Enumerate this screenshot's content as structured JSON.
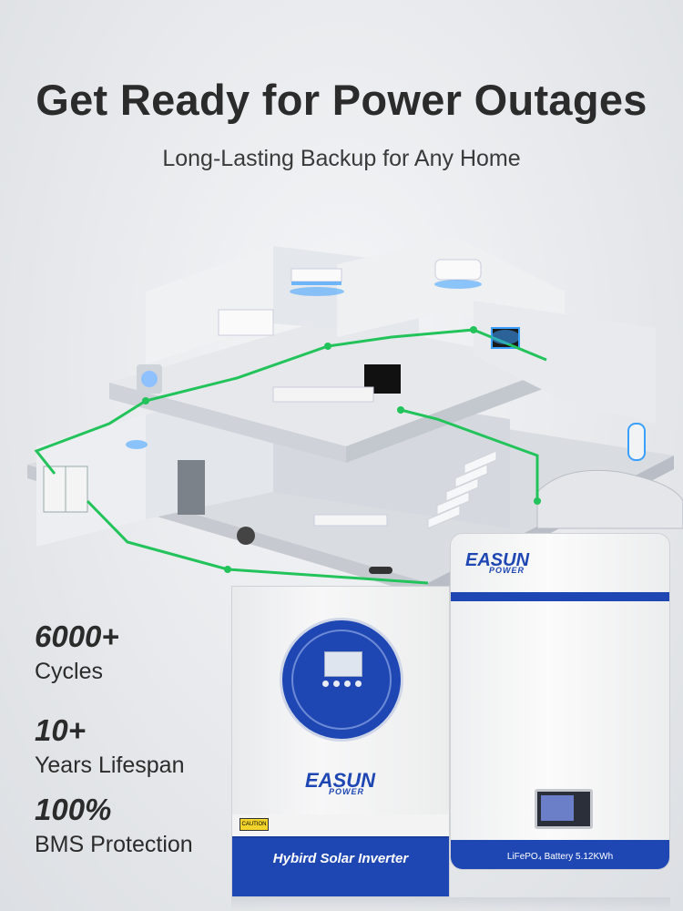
{
  "header": {
    "title": "Get Ready for Power Outages",
    "subtitle": "Long-Lasting Backup for Any Home"
  },
  "stats": [
    {
      "value": "6000+",
      "label": "Cycles"
    },
    {
      "value": "10+",
      "label": "Years Lifespan"
    },
    {
      "value": "100%",
      "label": "BMS Protection"
    }
  ],
  "inverter": {
    "brand": "EASUN",
    "brand_sub": "POWER",
    "label": "Hybird Solar Inverter",
    "caution": "CAUTION"
  },
  "battery": {
    "brand": "EASUN",
    "brand_sub": "POWER",
    "label": "LiFePO₄ Battery 5.12KWh"
  },
  "colors": {
    "brand_blue": "#1f47b4",
    "line_green": "#22c35a",
    "glow_blue": "#3aa0ff"
  }
}
